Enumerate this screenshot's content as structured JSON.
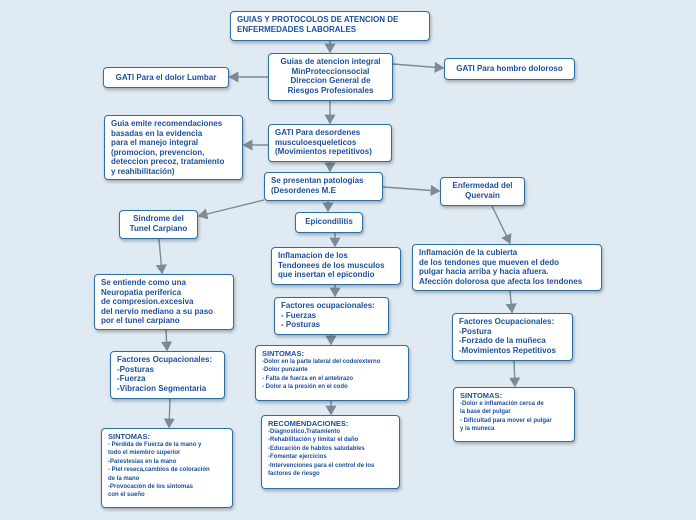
{
  "nodes": {
    "root": "GUIAS Y PROTOCOLOS DE ATENCION DE\nENFERMEDADES LABORALES",
    "guias": "Guias de atencion integral\nMinProteccionsocial\nDireccion General de\nRiesgos Profesionales",
    "lumbar": "GATI Para el dolor Lumbar",
    "hombro": "GATI Para hombro doloroso",
    "recom_guia": "Guia emite recomendaciones\nbasadas en  la evidencia\npara el manejo integral\n(promocion, prevencion,\ndeteccion precoz, tratamiento\ny reahibilitación)",
    "gati_desordenes": "GATI Para desordenes\nmusculoesqueleticos\n(Movimientos repetitivos)",
    "patologias": "Se presentan patologias\n(Desordenes   M.E",
    "quervain": "Enfermedad del\nQuervain",
    "tunel": "Sindrome del\nTunel Carpiano",
    "epicondilitis": "Epicondilitis",
    "inflam_tendones": "Inflamacion de los\nTendonees de los musculos\nque insertan el epicondio",
    "inflam_cubierta": "Inflamación de la cubierta\nde los tendones que mueven el dedo\npulgar hacia arriba y hacia afuera.\nAfección dolorosa que afecta los tendones",
    "neuropatia": "Se entiende como una\nNeuropatia periferica\nde compresion.excesiva\ndel nervio mediano a su paso\npor el tunel carpiano",
    "factores_epi": "Factores ocupacionales:\n-  Fuerzas\n-  Posturas",
    "factores_querv": "Factores Ocupacionales:\n-Postura\n-Forzado de la muñeca\n-Movimientos Repetitivos",
    "factores_tunel": "Factores Ocupacionales:\n-Posturas\n-Fuerza\n-Vibracion Segmentaria"
  },
  "sintomas_epi": {
    "title": "SINTOMAS:",
    "items": [
      "-Dolor en la parte lateral del codo/externo",
      "-Dolor punzante",
      "- Falta de fuerza en el antebrazo",
      "- Dolor a la presión en el codo"
    ]
  },
  "sintomas_querv": {
    "title": "SINTOMAS:",
    "items": [
      "-Dolor e inflamación cerca de\n la base del pulgar",
      " - Dificultad para mover el pulgar\n y la muneca"
    ]
  },
  "recomendaciones": {
    "title": "RECOMENDACIONES:",
    "items": [
      " -Diagnostico,Tratamiento",
      " -Rehabilitación y limitar el daño",
      " -Educación de habitos saludables",
      " -Fomentar ejercicios",
      " -Intervenciones para el control de los\n factores de riesgo"
    ]
  },
  "sintomas_tunel": {
    "title": "SINTOMAS:",
    "items": [
      "-  Pérdida de Fuerza de la mano y\ntodo el miembro superior",
      "-Parestesias en la mano",
      " - Piel  reseca,cambios de coloración\n de la mano",
      "-Provocación de los sintomas\n con el sueño"
    ]
  },
  "colors": {
    "background": "#dfeaf3",
    "node_border": "#2c6fa5",
    "text": "#1b4f9c",
    "edge": "#7d8a96"
  }
}
